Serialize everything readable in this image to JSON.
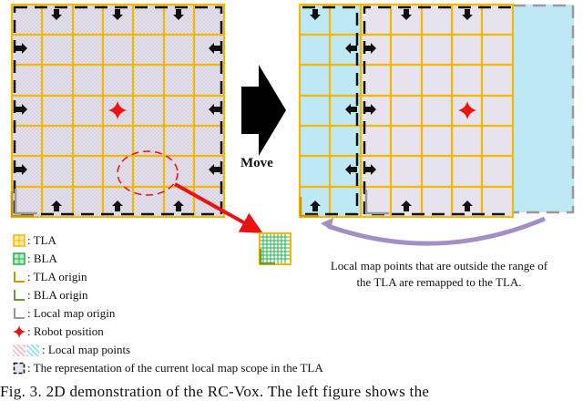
{
  "figure": {
    "move_label": "Move",
    "remap_note_line1": "Local map points that are outside the range of",
    "remap_note_line2": "the TLA are remapped to the TLA.",
    "caption": "Fig. 3.   2D demonstration of the RC-Vox. The left figure shows the"
  },
  "legend": {
    "items": [
      {
        "icon": "tla-grid-icon",
        "label": ": TLA"
      },
      {
        "icon": "bla-grid-icon",
        "label": ": BLA"
      },
      {
        "icon": "tla-origin-icon",
        "label": ": TLA origin"
      },
      {
        "icon": "bla-origin-icon",
        "label": ": BLA origin"
      },
      {
        "icon": "local-map-origin-icon",
        "label": ": Local map origin"
      },
      {
        "icon": "robot-position-icon",
        "label": ": Robot position"
      },
      {
        "icon": "local-map-points-icon",
        "label": ": Local map points"
      },
      {
        "icon": "local-map-scope-icon",
        "label": ": The representation of the current local map scope in the TLA"
      }
    ]
  },
  "colors": {
    "tla": "#f5b800",
    "bla": "#22b04b",
    "tla_origin": "#c8960a",
    "bla_origin": "#6a9a3a",
    "local_origin": "#999999",
    "robot": "#ee1111",
    "remap_arrow": "#a48fc4",
    "zoom_arrow": "#ee1111"
  },
  "left_grid": {
    "rows": 7,
    "cols": 7
  },
  "right_grid": {
    "rows": 7,
    "cols": 7,
    "cyan_cols": 2
  }
}
